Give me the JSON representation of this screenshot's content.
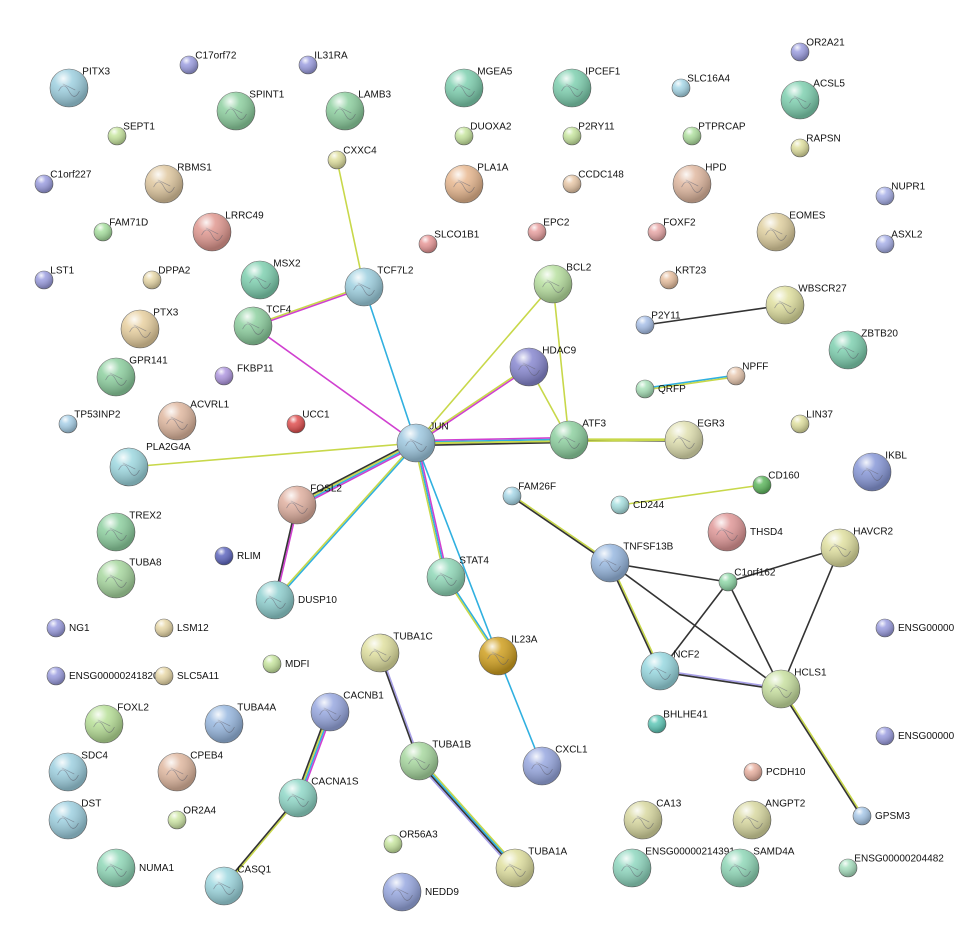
{
  "nodes": [
    {
      "id": "PITX3",
      "color": "#9ed0e0",
      "size": "big"
    },
    {
      "id": "C17orf72",
      "color": "#9c9ee0",
      "size": "small"
    },
    {
      "id": "IL31RA",
      "color": "#9c9ee0",
      "size": "small"
    },
    {
      "id": "MGEA5",
      "color": "#7fd0b0",
      "size": "big"
    },
    {
      "id": "IPCEF1",
      "color": "#7fd0b0",
      "size": "big"
    },
    {
      "id": "SLC16A4",
      "color": "#a8d8e8",
      "size": "small"
    },
    {
      "id": "OR2A21",
      "color": "#9c9ee0",
      "size": "small"
    },
    {
      "id": "ACSL5",
      "color": "#7fd0b0",
      "size": "big"
    },
    {
      "id": "SEPT1",
      "color": "#c8e6a0",
      "size": "small"
    },
    {
      "id": "SPINT1",
      "color": "#8ed0a0",
      "size": "big"
    },
    {
      "id": "LAMB3",
      "color": "#8ed0a0",
      "size": "big"
    },
    {
      "id": "DUOXA2",
      "color": "#c8e6a0",
      "size": "small"
    },
    {
      "id": "P2RY11",
      "color": "#c8e6a0",
      "size": "small"
    },
    {
      "id": "PTPRCAP",
      "color": "#b0e0a0",
      "size": "small"
    },
    {
      "id": "RAPSN",
      "color": "#e0e0a0",
      "size": "small"
    },
    {
      "id": "C1orf227",
      "color": "#9c9ee0",
      "size": "small"
    },
    {
      "id": "CXXC4",
      "color": "#e0e0a0",
      "size": "small"
    },
    {
      "id": "RBMS1",
      "color": "#e0c8a0",
      "size": "big"
    },
    {
      "id": "PLA1A",
      "color": "#e8b890",
      "size": "big"
    },
    {
      "id": "CCDC148",
      "color": "#e8c8a8",
      "size": "small"
    },
    {
      "id": "HPD",
      "color": "#e0b8a0",
      "size": "big"
    },
    {
      "id": "NUPR1",
      "color": "#a8b0e8",
      "size": "small"
    },
    {
      "id": "FAM71D",
      "color": "#a8e0a0",
      "size": "small"
    },
    {
      "id": "LRRC49",
      "color": "#e09890",
      "size": "big"
    },
    {
      "id": "SLCO1B1",
      "color": "#e89898",
      "size": "small"
    },
    {
      "id": "EPC2",
      "color": "#e8a0a0",
      "size": "small"
    },
    {
      "id": "FOXF2",
      "color": "#e8a8a8",
      "size": "small"
    },
    {
      "id": "EOMES",
      "color": "#e0d0a0",
      "size": "big"
    },
    {
      "id": "ASXL2",
      "color": "#a8b0e8",
      "size": "small"
    },
    {
      "id": "LST1",
      "color": "#9c9ee0",
      "size": "small"
    },
    {
      "id": "DPPA2",
      "color": "#e8d8a8",
      "size": "small"
    },
    {
      "id": "MSX2",
      "color": "#7fd0b0",
      "size": "big"
    },
    {
      "id": "TCF7L2",
      "color": "#9ed0e0",
      "size": "big"
    },
    {
      "id": "BCL2",
      "color": "#b8e0a0",
      "size": "big"
    },
    {
      "id": "KRT23",
      "color": "#e8c0a0",
      "size": "small"
    },
    {
      "id": "WBSCR27",
      "color": "#e0e0a0",
      "size": "big"
    },
    {
      "id": "TCF4",
      "color": "#8ed0a0",
      "size": "big"
    },
    {
      "id": "PTX3",
      "color": "#e8d0a0",
      "size": "big"
    },
    {
      "id": "P2Y11",
      "color": "#a8c0e8",
      "size": "small"
    },
    {
      "id": "ZBTB20",
      "color": "#7fd0b0",
      "size": "big"
    },
    {
      "id": "HDAC9",
      "color": "#8888d0",
      "size": "big"
    },
    {
      "id": "GPR141",
      "color": "#8ed0a0",
      "size": "big"
    },
    {
      "id": "FKBP11",
      "color": "#b098e0",
      "size": "small"
    },
    {
      "id": "NPFF",
      "color": "#e8c8b0",
      "size": "small"
    },
    {
      "id": "QRFP",
      "color": "#a8e0b8",
      "size": "small"
    },
    {
      "id": "TP53INP2",
      "color": "#a8d0e8",
      "size": "small"
    },
    {
      "id": "ACVRL1",
      "color": "#e0b8a0",
      "size": "big"
    },
    {
      "id": "UCC1",
      "color": "#e05050",
      "size": "small"
    },
    {
      "id": "JUN",
      "color": "#9ec8e0",
      "size": "big"
    },
    {
      "id": "ATF3",
      "color": "#8ed0a0",
      "size": "big"
    },
    {
      "id": "EGR3",
      "color": "#e0e0b0",
      "size": "big"
    },
    {
      "id": "LIN37",
      "color": "#e0e0a0",
      "size": "small"
    },
    {
      "id": "PLA2G4A",
      "color": "#9ed8e0",
      "size": "big"
    },
    {
      "id": "IKBL",
      "color": "#8898d8",
      "size": "big"
    },
    {
      "id": "CD160",
      "color": "#60b860",
      "size": "small"
    },
    {
      "id": "FOSL2",
      "color": "#e0b0a0",
      "size": "big"
    },
    {
      "id": "FAM26F",
      "color": "#a8d8e8",
      "size": "small"
    },
    {
      "id": "CD244",
      "color": "#a8e0e0",
      "size": "small"
    },
    {
      "id": "THSD4",
      "color": "#e09898",
      "size": "big"
    },
    {
      "id": "TREX2",
      "color": "#8ed0a0",
      "size": "big"
    },
    {
      "id": "TNFSF13B",
      "color": "#98b8e0",
      "size": "big"
    },
    {
      "id": "HAVCR2",
      "color": "#e0e0a0",
      "size": "big"
    },
    {
      "id": "RLIM",
      "color": "#6068c0",
      "size": "small"
    },
    {
      "id": "TUBA8",
      "color": "#a8d8a0",
      "size": "big"
    },
    {
      "id": "DUSP10",
      "color": "#90d0d0",
      "size": "big"
    },
    {
      "id": "STAT4",
      "color": "#90d8b8",
      "size": "big"
    },
    {
      "id": "C1orf162",
      "color": "#90d8a8",
      "size": "small"
    },
    {
      "id": "ENSG00000_a",
      "label": "ENSG00000",
      "color": "#9c9ee0",
      "size": "small"
    },
    {
      "id": "NG1",
      "color": "#9c9ee0",
      "size": "small"
    },
    {
      "id": "LSM12",
      "color": "#e8d8a8",
      "size": "small"
    },
    {
      "id": "TUBA1C",
      "color": "#e0e0a0",
      "size": "big"
    },
    {
      "id": "IL23A",
      "color": "#d0a020",
      "size": "big"
    },
    {
      "id": "NCF2",
      "color": "#98d8e0",
      "size": "big"
    },
    {
      "id": "ENSG00000241820",
      "color": "#9c9ee0",
      "size": "small"
    },
    {
      "id": "SLC5A11",
      "color": "#e8d8a8",
      "size": "small"
    },
    {
      "id": "MDFI",
      "color": "#c8e6a0",
      "size": "small"
    },
    {
      "id": "HCLS1",
      "color": "#c8e0a0",
      "size": "big"
    },
    {
      "id": "FOXL2",
      "color": "#b8e098",
      "size": "big"
    },
    {
      "id": "TUBA4A",
      "color": "#98b8e0",
      "size": "big"
    },
    {
      "id": "CACNB1",
      "color": "#98a8e0",
      "size": "big"
    },
    {
      "id": "BHLHE41",
      "color": "#60c8b8",
      "size": "small"
    },
    {
      "id": "ENSG00000_b",
      "label": "ENSG00000",
      "color": "#9c9ee0",
      "size": "small"
    },
    {
      "id": "SDC4",
      "color": "#9ed0e0",
      "size": "big"
    },
    {
      "id": "CPEB4",
      "color": "#e0b8a0",
      "size": "big"
    },
    {
      "id": "TUBA1B",
      "color": "#a8d8a0",
      "size": "big"
    },
    {
      "id": "CXCL1",
      "color": "#98a8e0",
      "size": "big"
    },
    {
      "id": "PCDH10",
      "color": "#e8b0a0",
      "size": "small"
    },
    {
      "id": "DST",
      "color": "#9ed0e0",
      "size": "big"
    },
    {
      "id": "CACNA1S",
      "color": "#90d8c8",
      "size": "big"
    },
    {
      "id": "OR2A4",
      "color": "#d0e8a8",
      "size": "small"
    },
    {
      "id": "CA13",
      "color": "#d8d8a0",
      "size": "big"
    },
    {
      "id": "ANGPT2",
      "color": "#d8d8a0",
      "size": "big"
    },
    {
      "id": "GPSM3",
      "color": "#a8c8e8",
      "size": "small"
    },
    {
      "id": "OR56A3",
      "color": "#c8e6a0",
      "size": "small"
    },
    {
      "id": "NUMA1",
      "color": "#90d8b8",
      "size": "big"
    },
    {
      "id": "CASQ1",
      "color": "#9ed8e0",
      "size": "big"
    },
    {
      "id": "NEDD9",
      "color": "#98a8e0",
      "size": "big"
    },
    {
      "id": "TUBA1A",
      "color": "#e0e0a0",
      "size": "big"
    },
    {
      "id": "ENSG00000214391",
      "color": "#90d8c0",
      "size": "big"
    },
    {
      "id": "SAMD4A",
      "color": "#90d8b8",
      "size": "big"
    },
    {
      "id": "ENSG00000204482",
      "color": "#a8e0c0",
      "size": "small"
    }
  ],
  "edges": [
    {
      "from": "CXXC4",
      "to": "TCF7L2",
      "colors": [
        "#c8d84a"
      ]
    },
    {
      "from": "TCF7L2",
      "to": "TCF4",
      "colors": [
        "#d040d0",
        "#c8d84a"
      ]
    },
    {
      "from": "TCF7L2",
      "to": "JUN",
      "colors": [
        "#30b0e0"
      ]
    },
    {
      "from": "TCF4",
      "to": "JUN",
      "colors": [
        "#d040d0"
      ]
    },
    {
      "from": "BCL2",
      "to": "JUN",
      "colors": [
        "#c8d84a"
      ]
    },
    {
      "from": "BCL2",
      "to": "ATF3",
      "colors": [
        "#c8d84a"
      ]
    },
    {
      "from": "HDAC9",
      "to": "JUN",
      "colors": [
        "#d040d0",
        "#c8d84a"
      ]
    },
    {
      "from": "HDAC9",
      "to": "ATF3",
      "colors": [
        "#c8d84a"
      ]
    },
    {
      "from": "JUN",
      "to": "ATF3",
      "colors": [
        "#d040d0",
        "#30b0e0",
        "#c8d84a",
        "#333333"
      ]
    },
    {
      "from": "ATF3",
      "to": "EGR3",
      "colors": [
        "#c8d84a",
        "#333333"
      ]
    },
    {
      "from": "JUN",
      "to": "EGR3",
      "colors": [
        "#c8d84a"
      ]
    },
    {
      "from": "JUN",
      "to": "PLA2G4A",
      "colors": [
        "#c8d84a"
      ]
    },
    {
      "from": "JUN",
      "to": "FOSL2",
      "colors": [
        "#d040d0",
        "#30b0e0",
        "#c8d84a",
        "#333333"
      ]
    },
    {
      "from": "JUN",
      "to": "DUSP10",
      "colors": [
        "#30b0e0",
        "#c8d84a"
      ]
    },
    {
      "from": "FOSL2",
      "to": "DUSP10",
      "colors": [
        "#d040d0",
        "#333333"
      ]
    },
    {
      "from": "JUN",
      "to": "STAT4",
      "colors": [
        "#d040d0",
        "#30b0e0",
        "#c8d84a"
      ]
    },
    {
      "from": "JUN",
      "to": "IL23A",
      "colors": [
        "#30b0e0"
      ]
    },
    {
      "from": "STAT4",
      "to": "IL23A",
      "colors": [
        "#30b0e0",
        "#c8d84a"
      ]
    },
    {
      "from": "IL23A",
      "to": "CXCL1",
      "colors": [
        "#30b0e0"
      ]
    },
    {
      "from": "P2Y11",
      "to": "WBSCR27",
      "colors": [
        "#333333"
      ]
    },
    {
      "from": "QRFP",
      "to": "NPFF",
      "colors": [
        "#30b0e0",
        "#c8d84a"
      ]
    },
    {
      "from": "CD244",
      "to": "CD160",
      "colors": [
        "#c8d84a"
      ]
    },
    {
      "from": "FAM26F",
      "to": "TNFSF13B",
      "colors": [
        "#c8d84a",
        "#333333"
      ]
    },
    {
      "from": "TNFSF13B",
      "to": "C1orf162",
      "colors": [
        "#333333"
      ]
    },
    {
      "from": "TNFSF13B",
      "to": "NCF2",
      "colors": [
        "#c8d84a",
        "#333333"
      ]
    },
    {
      "from": "TNFSF13B",
      "to": "HCLS1",
      "colors": [
        "#333333"
      ]
    },
    {
      "from": "C1orf162",
      "to": "HAVCR2",
      "colors": [
        "#333333"
      ]
    },
    {
      "from": "C1orf162",
      "to": "NCF2",
      "colors": [
        "#333333"
      ]
    },
    {
      "from": "C1orf162",
      "to": "HCLS1",
      "colors": [
        "#333333"
      ]
    },
    {
      "from": "HAVCR2",
      "to": "HCLS1",
      "colors": [
        "#333333"
      ]
    },
    {
      "from": "NCF2",
      "to": "HCLS1",
      "colors": [
        "#a8a0e8",
        "#333333"
      ]
    },
    {
      "from": "HCLS1",
      "to": "GPSM3",
      "colors": [
        "#c8d84a",
        "#333333"
      ]
    },
    {
      "from": "TUBA1C",
      "to": "TUBA1B",
      "colors": [
        "#a8a0e8",
        "#333333"
      ]
    },
    {
      "from": "TUBA1B",
      "to": "TUBA1A",
      "colors": [
        "#c8d84a",
        "#30b0e0",
        "#333333",
        "#a8a0e8"
      ]
    },
    {
      "from": "CACNB1",
      "to": "CACNA1S",
      "colors": [
        "#d040d0",
        "#30b0e0",
        "#c8d84a",
        "#333333"
      ]
    },
    {
      "from": "CACNA1S",
      "to": "CASQ1",
      "colors": [
        "#c8d84a",
        "#333333"
      ]
    }
  ]
}
